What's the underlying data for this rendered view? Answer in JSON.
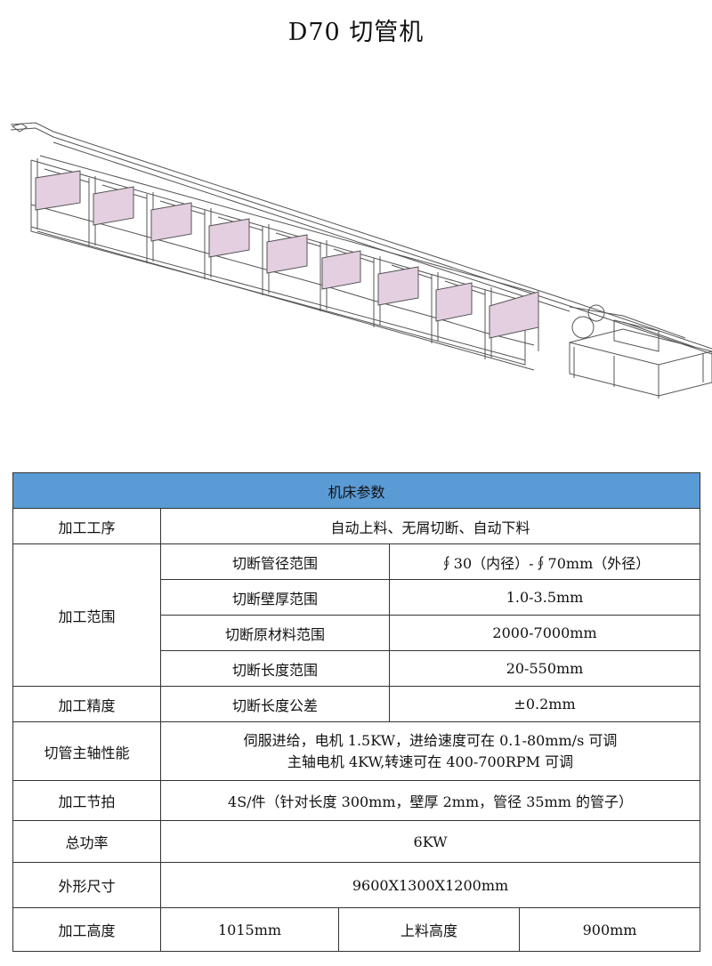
{
  "title": "D70 切管机",
  "table": {
    "header": "机床参数",
    "process": {
      "label": "加工工序",
      "value": "自动上料、无屑切断、自动下料"
    },
    "range": {
      "label": "加工范围",
      "rows": [
        {
          "label": "切断管径范围",
          "value": "∮30（内径）-∮70mm（外径）"
        },
        {
          "label": "切断壁厚范围",
          "value": "1.0-3.5mm"
        },
        {
          "label": "切断原材料范围",
          "value": "2000-7000mm"
        },
        {
          "label": "切断长度范围",
          "value": "20-550mm"
        }
      ]
    },
    "precision": {
      "label": "加工精度",
      "sub_label": "切断长度公差",
      "value": "±0.2mm"
    },
    "spindle": {
      "label": "切管主轴性能",
      "line1": "伺服进给，电机 1.5KW，进给速度可在 0.1-80mm/s 可调",
      "line2": "主轴电机 4KW,转速可在 400-700RPM 可调"
    },
    "cycle": {
      "label": "加工节拍",
      "value": "4S/件（针对长度 300mm，壁厚 2mm，管径 35mm 的管子）"
    },
    "power": {
      "label": "总功率",
      "value": "6KW"
    },
    "size": {
      "label": "外形尺寸",
      "value": "9600X1300X1200mm"
    },
    "height": {
      "label": "加工高度",
      "value": "1015mm",
      "feed_label": "上料高度",
      "feed_value": "900mm"
    }
  },
  "colors": {
    "header_bg": "#5b9bd5",
    "bin_fill": "#e3cfe0",
    "frame_line": "#555555"
  }
}
